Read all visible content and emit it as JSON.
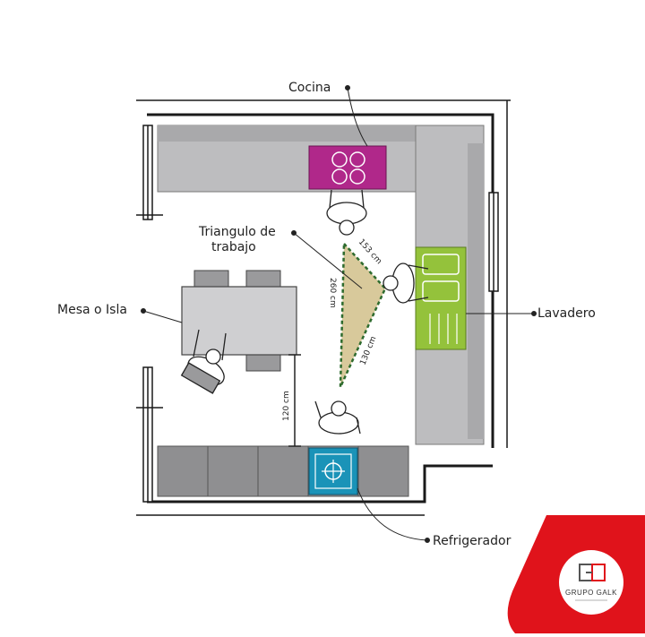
{
  "labels": {
    "cocina": "Cocina",
    "triangulo_line1": "Triangulo de",
    "triangulo_line2": "trabajo",
    "mesa": "Mesa o Isla",
    "lavadero": "Lavadero",
    "refrigerador": "Refrigerador"
  },
  "dimensions": {
    "d153": "153 cm",
    "d260": "260 cm",
    "d130": "130 cm",
    "d120": "120 cm"
  },
  "brand": {
    "name": "GRUPO GALK",
    "accent": "#e0131b"
  },
  "colors": {
    "counter": "#bdbdbf",
    "stove": "#b0288a",
    "sink": "#94c23b",
    "fridge": "#1a93b8",
    "triangle": "#d8c99b",
    "dash": "#2e6b2e"
  }
}
